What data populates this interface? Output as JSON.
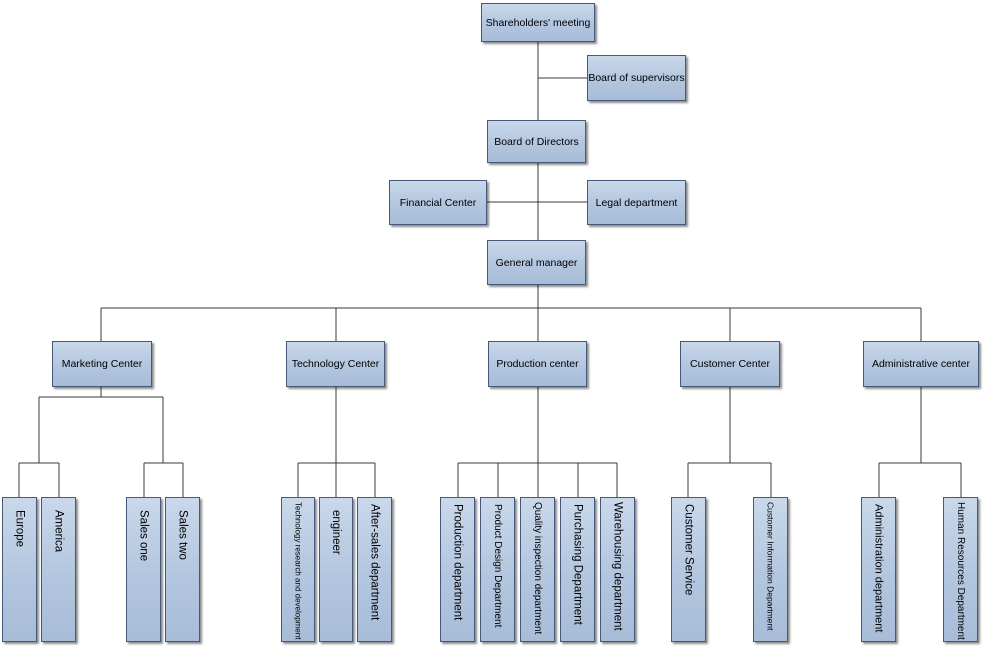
{
  "diagram": {
    "top": {
      "shareholders": "Shareholders' meeting",
      "supervisors": "Board of supervisors",
      "directors": "Board of Directors",
      "financial": "Financial Center",
      "legal": "Legal department",
      "general_manager": "General manager"
    },
    "centers": {
      "marketing": "Marketing Center",
      "technology": "Technology Center",
      "production": "Production center",
      "customer": "Customer Center",
      "administrative": "Administrative center"
    },
    "departments": {
      "europe": "Europe",
      "america": "America",
      "sales_one": "Sales one",
      "sales_two": "Sales two",
      "tech_rd": "Technology research and development",
      "engineer": "engineer",
      "after_sales": "After-sales department",
      "production_dept": "Production department",
      "product_design": "Product Design Department",
      "quality": "Quality inspection department",
      "purchasing": "Purchasing Department",
      "warehousing": "Warehousing department",
      "customer_service": "Customer Service",
      "customer_info": "Customer Information Department",
      "administration": "Administration department",
      "hr": "Human Resources Department"
    },
    "colors": {
      "box_fill": "#b3c6df",
      "box_border": "#46597a",
      "connector": "#3a3a3a"
    }
  }
}
